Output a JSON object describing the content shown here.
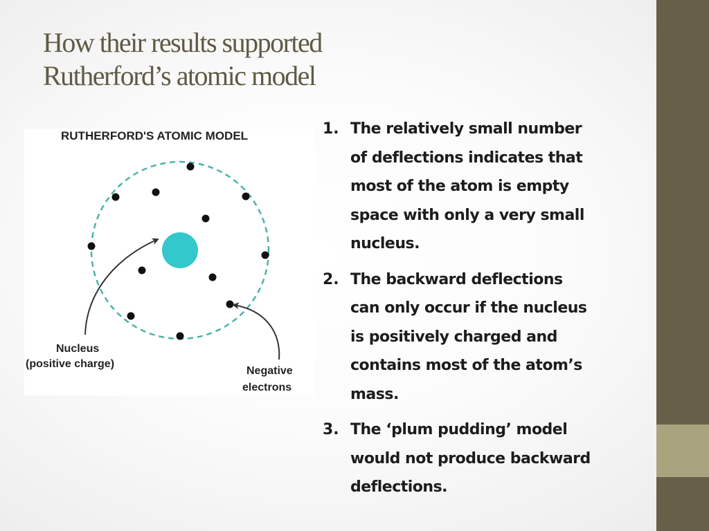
{
  "slide": {
    "title_line1": "How their results supported",
    "title_line2": "Rutherford’s atomic model"
  },
  "diagram": {
    "heading": "RUTHERFORD'S ATOMIC MODEL",
    "nucleus_label_line1": "Nucleus",
    "nucleus_label_line2": "(positive charge)",
    "electron_label_line1": "Negative",
    "electron_label_line2": "electrons",
    "nucleus_color": "#32c8cc",
    "orbit_color": "#4bb3a8",
    "electron_color": "#111111"
  },
  "points": [
    {
      "num": "1.",
      "text": "The relatively small number\nof deflections indicates that\nmost of the atom is empty\nspace with only a very small\nnucleus."
    },
    {
      "num": "2.",
      "text": "The backward deflections\ncan only occur if the nucleus\nis positively charged and\ncontains most of the atom’s\nmass."
    },
    {
      "num": "3.",
      "text": "The ‘plum pudding’ model\nwould not produce backward\ndeflections."
    }
  ],
  "theme": {
    "sidebar_color": "#685f4a",
    "sidebar_accent_color": "#a9a47d",
    "title_color": "#5f5a45"
  }
}
